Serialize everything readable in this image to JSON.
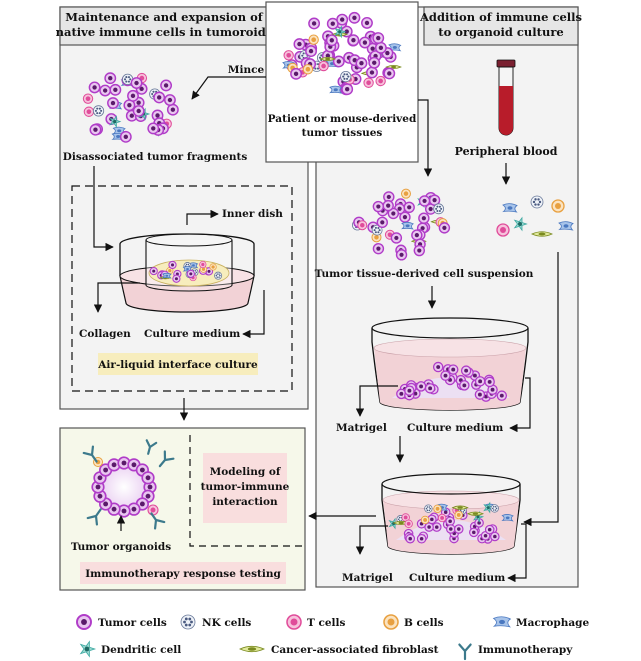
{
  "panels": {
    "left_title_line1": "Maintenance and expansion of",
    "left_title_line2": "native immune cells in tumoroids",
    "right_title_line1": "Addition of immune cells",
    "right_title_line2": "to organoid culture"
  },
  "labels": {
    "mince": "Mince",
    "source_line1": "Patient or mouse-derived",
    "source_line2": "tumor tissues",
    "fragments": "Disassociated tumor fragments",
    "inner_dish": "Inner dish",
    "collagen": "Collagen",
    "culture_medium_left": "Culture medium",
    "air_liquid": "Air-liquid interface culture",
    "peripheral_blood": "Peripheral blood",
    "cell_suspension": "Tumor tissue-derived cell suspension",
    "matrigel_1": "Matrigel",
    "culture_medium_1": "Culture medium",
    "matrigel_2": "Matrigel",
    "culture_medium_2": "Culture medium",
    "modeling_line1": "Modeling of",
    "modeling_line2": "tumor-immune",
    "modeling_line3": "interaction",
    "tumor_organoids": "Tumor organoids",
    "immunotherapy_testing": "Immunotherapy response testing"
  },
  "legend": {
    "tumor_cells": "Tumor cells",
    "nk_cells": "NK cells",
    "t_cells": "T cells",
    "b_cells": "B cells",
    "macrophage": "Macrophage",
    "dendritic_cell": "Dendritic cell",
    "caf": "Cancer-associated fibroblast",
    "immunotherapy": "Immunotherapy"
  },
  "colors": {
    "tumor": "#b03cc8",
    "t_cell": "#e04c9a",
    "b_cell": "#e8a040",
    "nk": "#9fb0c8",
    "macrophage": "#4a78c0",
    "dendritic": "#3aa8a0",
    "fibroblast": "#b8c850",
    "antibody": "#3c7a8c",
    "medium": "#f2d2d6",
    "blood": "#b81c2a",
    "highlight": "#f7edbd",
    "modeling_bg": "#f9dede",
    "panel_bg": "#f3f3f3",
    "bottom_bg": "#f6f8ea"
  }
}
